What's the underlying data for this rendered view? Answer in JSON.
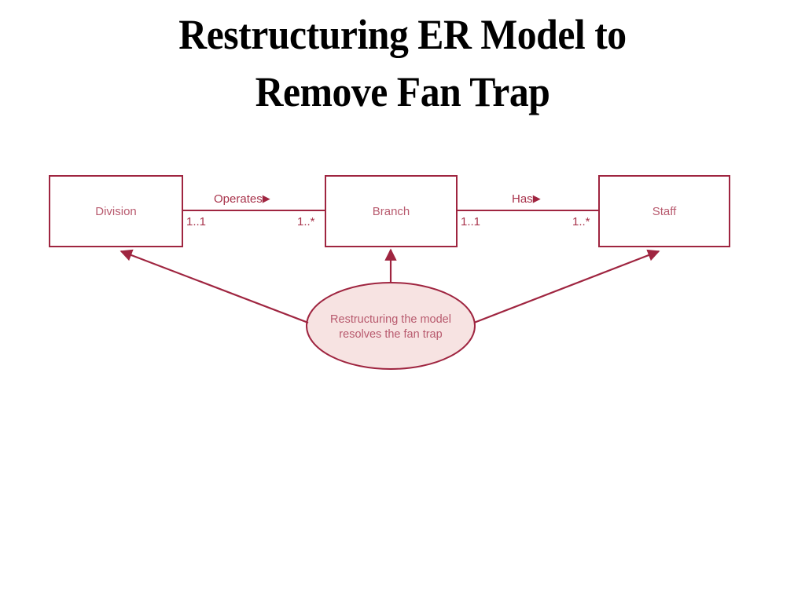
{
  "slide": {
    "title": "Restructuring ER Model to Remove Fan Trap",
    "title_line1": "Restructuring ER Model to",
    "title_line2": "Remove Fan Trap"
  },
  "colors": {
    "border": "#9f2540",
    "entity_text": "#b85a6e",
    "label_text": "#a8334b",
    "note_fill": "#f7e3e2",
    "background": "#ffffff"
  },
  "diagram": {
    "type": "er-diagram",
    "entities": [
      {
        "id": "division",
        "label": "Division"
      },
      {
        "id": "branch",
        "label": "Branch"
      },
      {
        "id": "staff",
        "label": "Staff"
      }
    ],
    "relationships": [
      {
        "id": "operates",
        "label": "Operates",
        "direction_glyph": "▶",
        "from": "Division",
        "to": "Branch",
        "from_cardinality": "1..1",
        "to_cardinality": "1..*"
      },
      {
        "id": "has",
        "label": "Has",
        "direction_glyph": "▶",
        "from": "Branch",
        "to": "Staff",
        "from_cardinality": "1..1",
        "to_cardinality": "1..*"
      }
    ],
    "note": {
      "id": "fan-trap-note",
      "line1": "Restructuring the model",
      "line2": "resolves the fan trap",
      "text": "Restructuring the model resolves the fan trap",
      "points_to": [
        "Division",
        "Branch",
        "Staff"
      ]
    }
  }
}
